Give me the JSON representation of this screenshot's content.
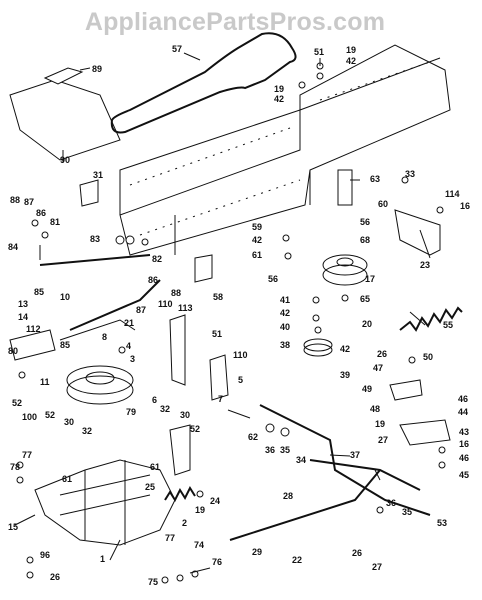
{
  "watermark": "AppliancePartsPros.com",
  "callouts": [
    {
      "id": "c57",
      "label": "57"
    },
    {
      "id": "c51",
      "label": "51"
    },
    {
      "id": "c19a",
      "label": "19"
    },
    {
      "id": "c42a",
      "label": "42"
    },
    {
      "id": "c19b",
      "label": "19"
    },
    {
      "id": "c42b",
      "label": "42"
    },
    {
      "id": "c89",
      "label": "89"
    },
    {
      "id": "c90",
      "label": "90"
    },
    {
      "id": "c31",
      "label": "31"
    },
    {
      "id": "c63",
      "label": "63"
    },
    {
      "id": "c33",
      "label": "33"
    },
    {
      "id": "c114",
      "label": "114"
    },
    {
      "id": "c16a",
      "label": "16"
    },
    {
      "id": "c60",
      "label": "60"
    },
    {
      "id": "c23",
      "label": "23"
    },
    {
      "id": "c88",
      "label": "88"
    },
    {
      "id": "c87a",
      "label": "87"
    },
    {
      "id": "c86a",
      "label": "86"
    },
    {
      "id": "c81",
      "label": "81"
    },
    {
      "id": "c83",
      "label": "83"
    },
    {
      "id": "c82",
      "label": "82"
    },
    {
      "id": "c84",
      "label": "84"
    },
    {
      "id": "c59",
      "label": "59"
    },
    {
      "id": "c42c",
      "label": "42"
    },
    {
      "id": "c61a",
      "label": "61"
    },
    {
      "id": "c56a",
      "label": "56"
    },
    {
      "id": "c68",
      "label": "68"
    },
    {
      "id": "c56b",
      "label": "56"
    },
    {
      "id": "c17",
      "label": "17"
    },
    {
      "id": "c65",
      "label": "65"
    },
    {
      "id": "c58",
      "label": "58"
    },
    {
      "id": "c86b",
      "label": "86"
    },
    {
      "id": "c85a",
      "label": "85"
    },
    {
      "id": "c88b",
      "label": "88"
    },
    {
      "id": "c110a",
      "label": "110"
    },
    {
      "id": "c113",
      "label": "113"
    },
    {
      "id": "c13",
      "label": "13"
    },
    {
      "id": "c10",
      "label": "10"
    },
    {
      "id": "c14",
      "label": "14"
    },
    {
      "id": "c112",
      "label": "112"
    },
    {
      "id": "c21",
      "label": "21"
    },
    {
      "id": "c87b",
      "label": "87"
    },
    {
      "id": "c41",
      "label": "41"
    },
    {
      "id": "c42d",
      "label": "42"
    },
    {
      "id": "c40",
      "label": "40"
    },
    {
      "id": "c38",
      "label": "38"
    },
    {
      "id": "c42e",
      "label": "42"
    },
    {
      "id": "c20",
      "label": "20"
    },
    {
      "id": "c55",
      "label": "55"
    },
    {
      "id": "c8",
      "label": "8"
    },
    {
      "id": "c85b",
      "label": "85"
    },
    {
      "id": "c80",
      "label": "80"
    },
    {
      "id": "c4",
      "label": "4"
    },
    {
      "id": "c3",
      "label": "3"
    },
    {
      "id": "c51b",
      "label": "51"
    },
    {
      "id": "c110b",
      "label": "110"
    },
    {
      "id": "c5",
      "label": "5"
    },
    {
      "id": "c26",
      "label": "26"
    },
    {
      "id": "c50",
      "label": "50"
    },
    {
      "id": "c47",
      "label": "47"
    },
    {
      "id": "c39",
      "label": "39"
    },
    {
      "id": "c49",
      "label": "49"
    },
    {
      "id": "c11",
      "label": "11"
    },
    {
      "id": "c6",
      "label": "6"
    },
    {
      "id": "c7",
      "label": "7"
    },
    {
      "id": "c79",
      "label": "79"
    },
    {
      "id": "c52a",
      "label": "52"
    },
    {
      "id": "c100",
      "label": "100"
    },
    {
      "id": "c52b",
      "label": "52"
    },
    {
      "id": "c30a",
      "label": "30"
    },
    {
      "id": "c32a",
      "label": "32"
    },
    {
      "id": "c32b",
      "label": "32"
    },
    {
      "id": "c30b",
      "label": "30"
    },
    {
      "id": "c52c",
      "label": "52"
    },
    {
      "id": "c48",
      "label": "48"
    },
    {
      "id": "c19c",
      "label": "19"
    },
    {
      "id": "c46a",
      "label": "46"
    },
    {
      "id": "c44",
      "label": "44"
    },
    {
      "id": "c62",
      "label": "62"
    },
    {
      "id": "c36a",
      "label": "36"
    },
    {
      "id": "c35a",
      "label": "35"
    },
    {
      "id": "c34",
      "label": "34"
    },
    {
      "id": "c27a",
      "label": "27"
    },
    {
      "id": "c43",
      "label": "43"
    },
    {
      "id": "c16b",
      "label": "16"
    },
    {
      "id": "c77a",
      "label": "77"
    },
    {
      "id": "c78",
      "label": "78"
    },
    {
      "id": "c61b",
      "label": "61"
    },
    {
      "id": "c61c",
      "label": "61"
    },
    {
      "id": "c37",
      "label": "37"
    },
    {
      "id": "c46b",
      "label": "46"
    },
    {
      "id": "c45",
      "label": "45"
    },
    {
      "id": "c25",
      "label": "25"
    },
    {
      "id": "c24",
      "label": "24"
    },
    {
      "id": "c19d",
      "label": "19"
    },
    {
      "id": "c28",
      "label": "28"
    },
    {
      "id": "c36b",
      "label": "36"
    },
    {
      "id": "c35b",
      "label": "35"
    },
    {
      "id": "c53",
      "label": "53"
    },
    {
      "id": "c2",
      "label": "2"
    },
    {
      "id": "c15",
      "label": "15"
    },
    {
      "id": "c77b",
      "label": "77"
    },
    {
      "id": "c74",
      "label": "74"
    },
    {
      "id": "c29",
      "label": "29"
    },
    {
      "id": "c26b",
      "label": "26"
    },
    {
      "id": "c22",
      "label": "22"
    },
    {
      "id": "c1",
      "label": "1"
    },
    {
      "id": "c96",
      "label": "96"
    },
    {
      "id": "c76",
      "label": "76"
    },
    {
      "id": "c26c",
      "label": "26"
    },
    {
      "id": "c75",
      "label": "75"
    },
    {
      "id": "c27b",
      "label": "27"
    }
  ]
}
